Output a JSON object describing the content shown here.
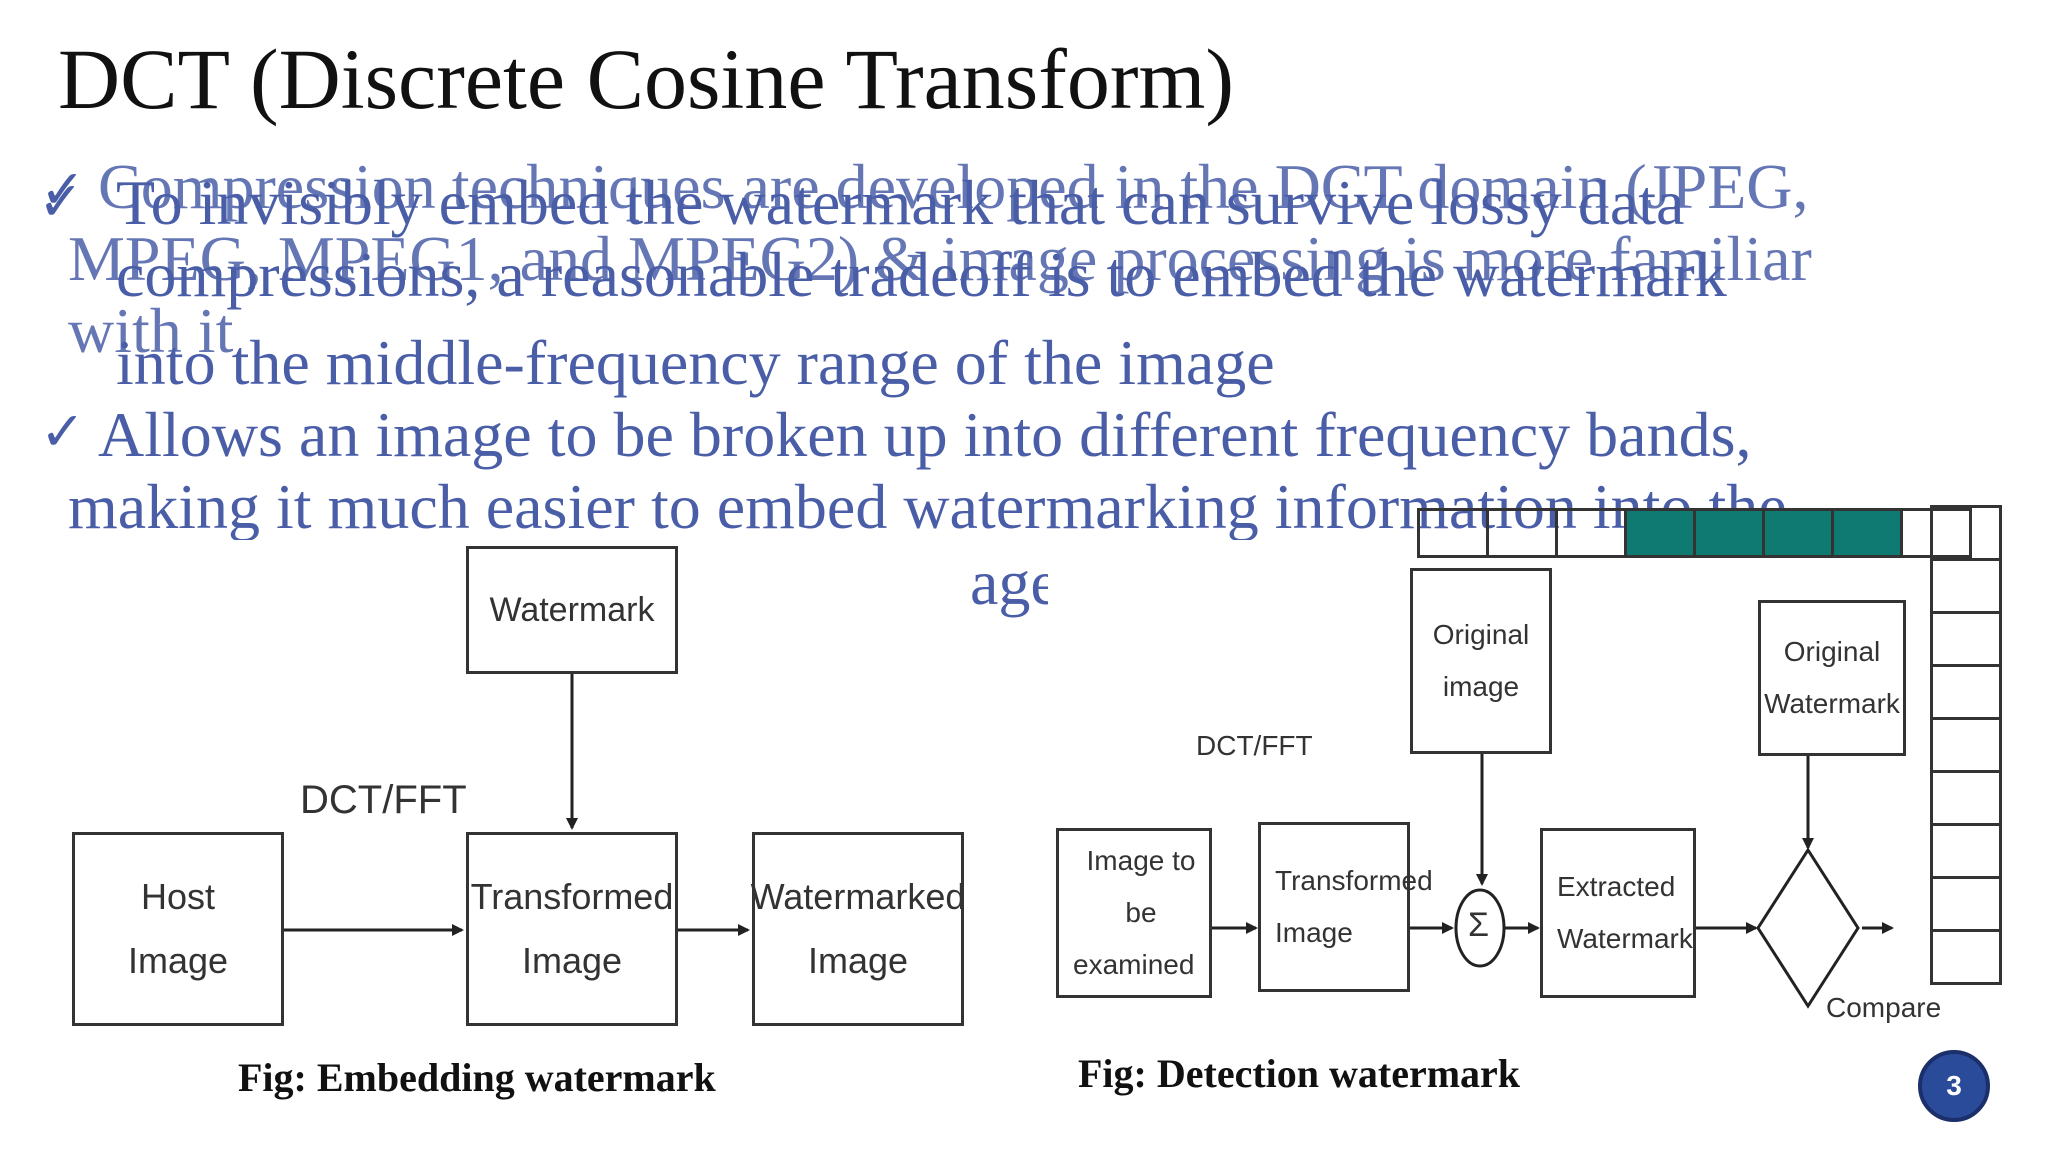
{
  "slide": {
    "title": "DCT (Discrete Cosine Transform)",
    "bullets": {
      "layer_a": {
        "line1": "Compression techniques are developed in the DCT domain (JPEG,",
        "line2": "MPEG, MPEG1, and MPEG2) & image processing is more familiar",
        "line3": "with it"
      },
      "layer_b": {
        "line1": "To invisibly embed the watermark that can survive lossy data",
        "line2": "compressions, a  reasonable tradeoff is to embed the watermark",
        "line3": "into the middle-frequency range of the image"
      },
      "bullet2": {
        "line1": "Allows an image to be broken up into different frequency bands,",
        "line2": "making it much easier to embed watermarking information into the",
        "line3_fragment": "age"
      },
      "check_mark": "✓"
    },
    "page_number": "3"
  },
  "embedding_figure": {
    "watermark": "Watermark",
    "host_image": [
      "Host",
      "Image"
    ],
    "transformed_image": [
      "Transformed",
      "Image"
    ],
    "watermarked_image": [
      "Watermarked",
      "Image"
    ],
    "transform_label": "DCT/FFT",
    "caption": "Fig: Embedding watermark"
  },
  "detection_figure": {
    "original_image": [
      "Original",
      "image"
    ],
    "original_watermark": [
      "Original",
      "Watermark"
    ],
    "image_to_be_examined": [
      "Image to be",
      "examined"
    ],
    "transformed_image": [
      "Transformed",
      "Image"
    ],
    "sum_symbol": "Σ",
    "extracted_watermark": [
      "Extracted",
      "Watermark"
    ],
    "compare_label": "Compare",
    "transform_label": "DCT/FFT",
    "caption": "Fig: Detection watermark"
  },
  "colors": {
    "bullet_text": "#4a5ea8",
    "title_text": "#111111",
    "teal_cells": "#0f7a72",
    "badge": "#2a4a9a"
  }
}
